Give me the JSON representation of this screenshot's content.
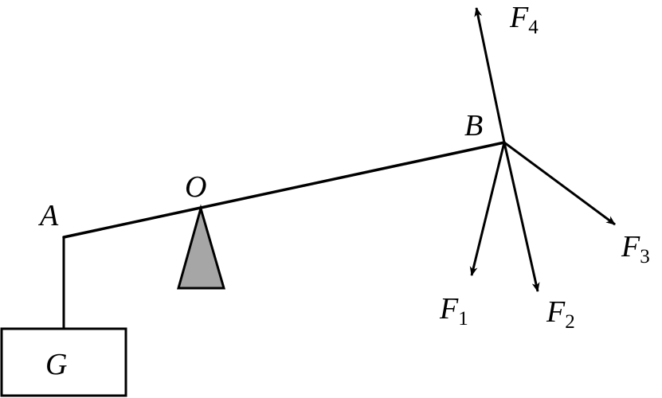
{
  "labels": {
    "A": "A",
    "O": "O",
    "B": "B",
    "G": "G",
    "F": "F",
    "f1": "1",
    "f2": "2",
    "f3": "3",
    "f4": "4"
  },
  "colors": {
    "line": "#000000",
    "fulcrum_fill": "#a6a6a6",
    "background": "#ffffff"
  }
}
